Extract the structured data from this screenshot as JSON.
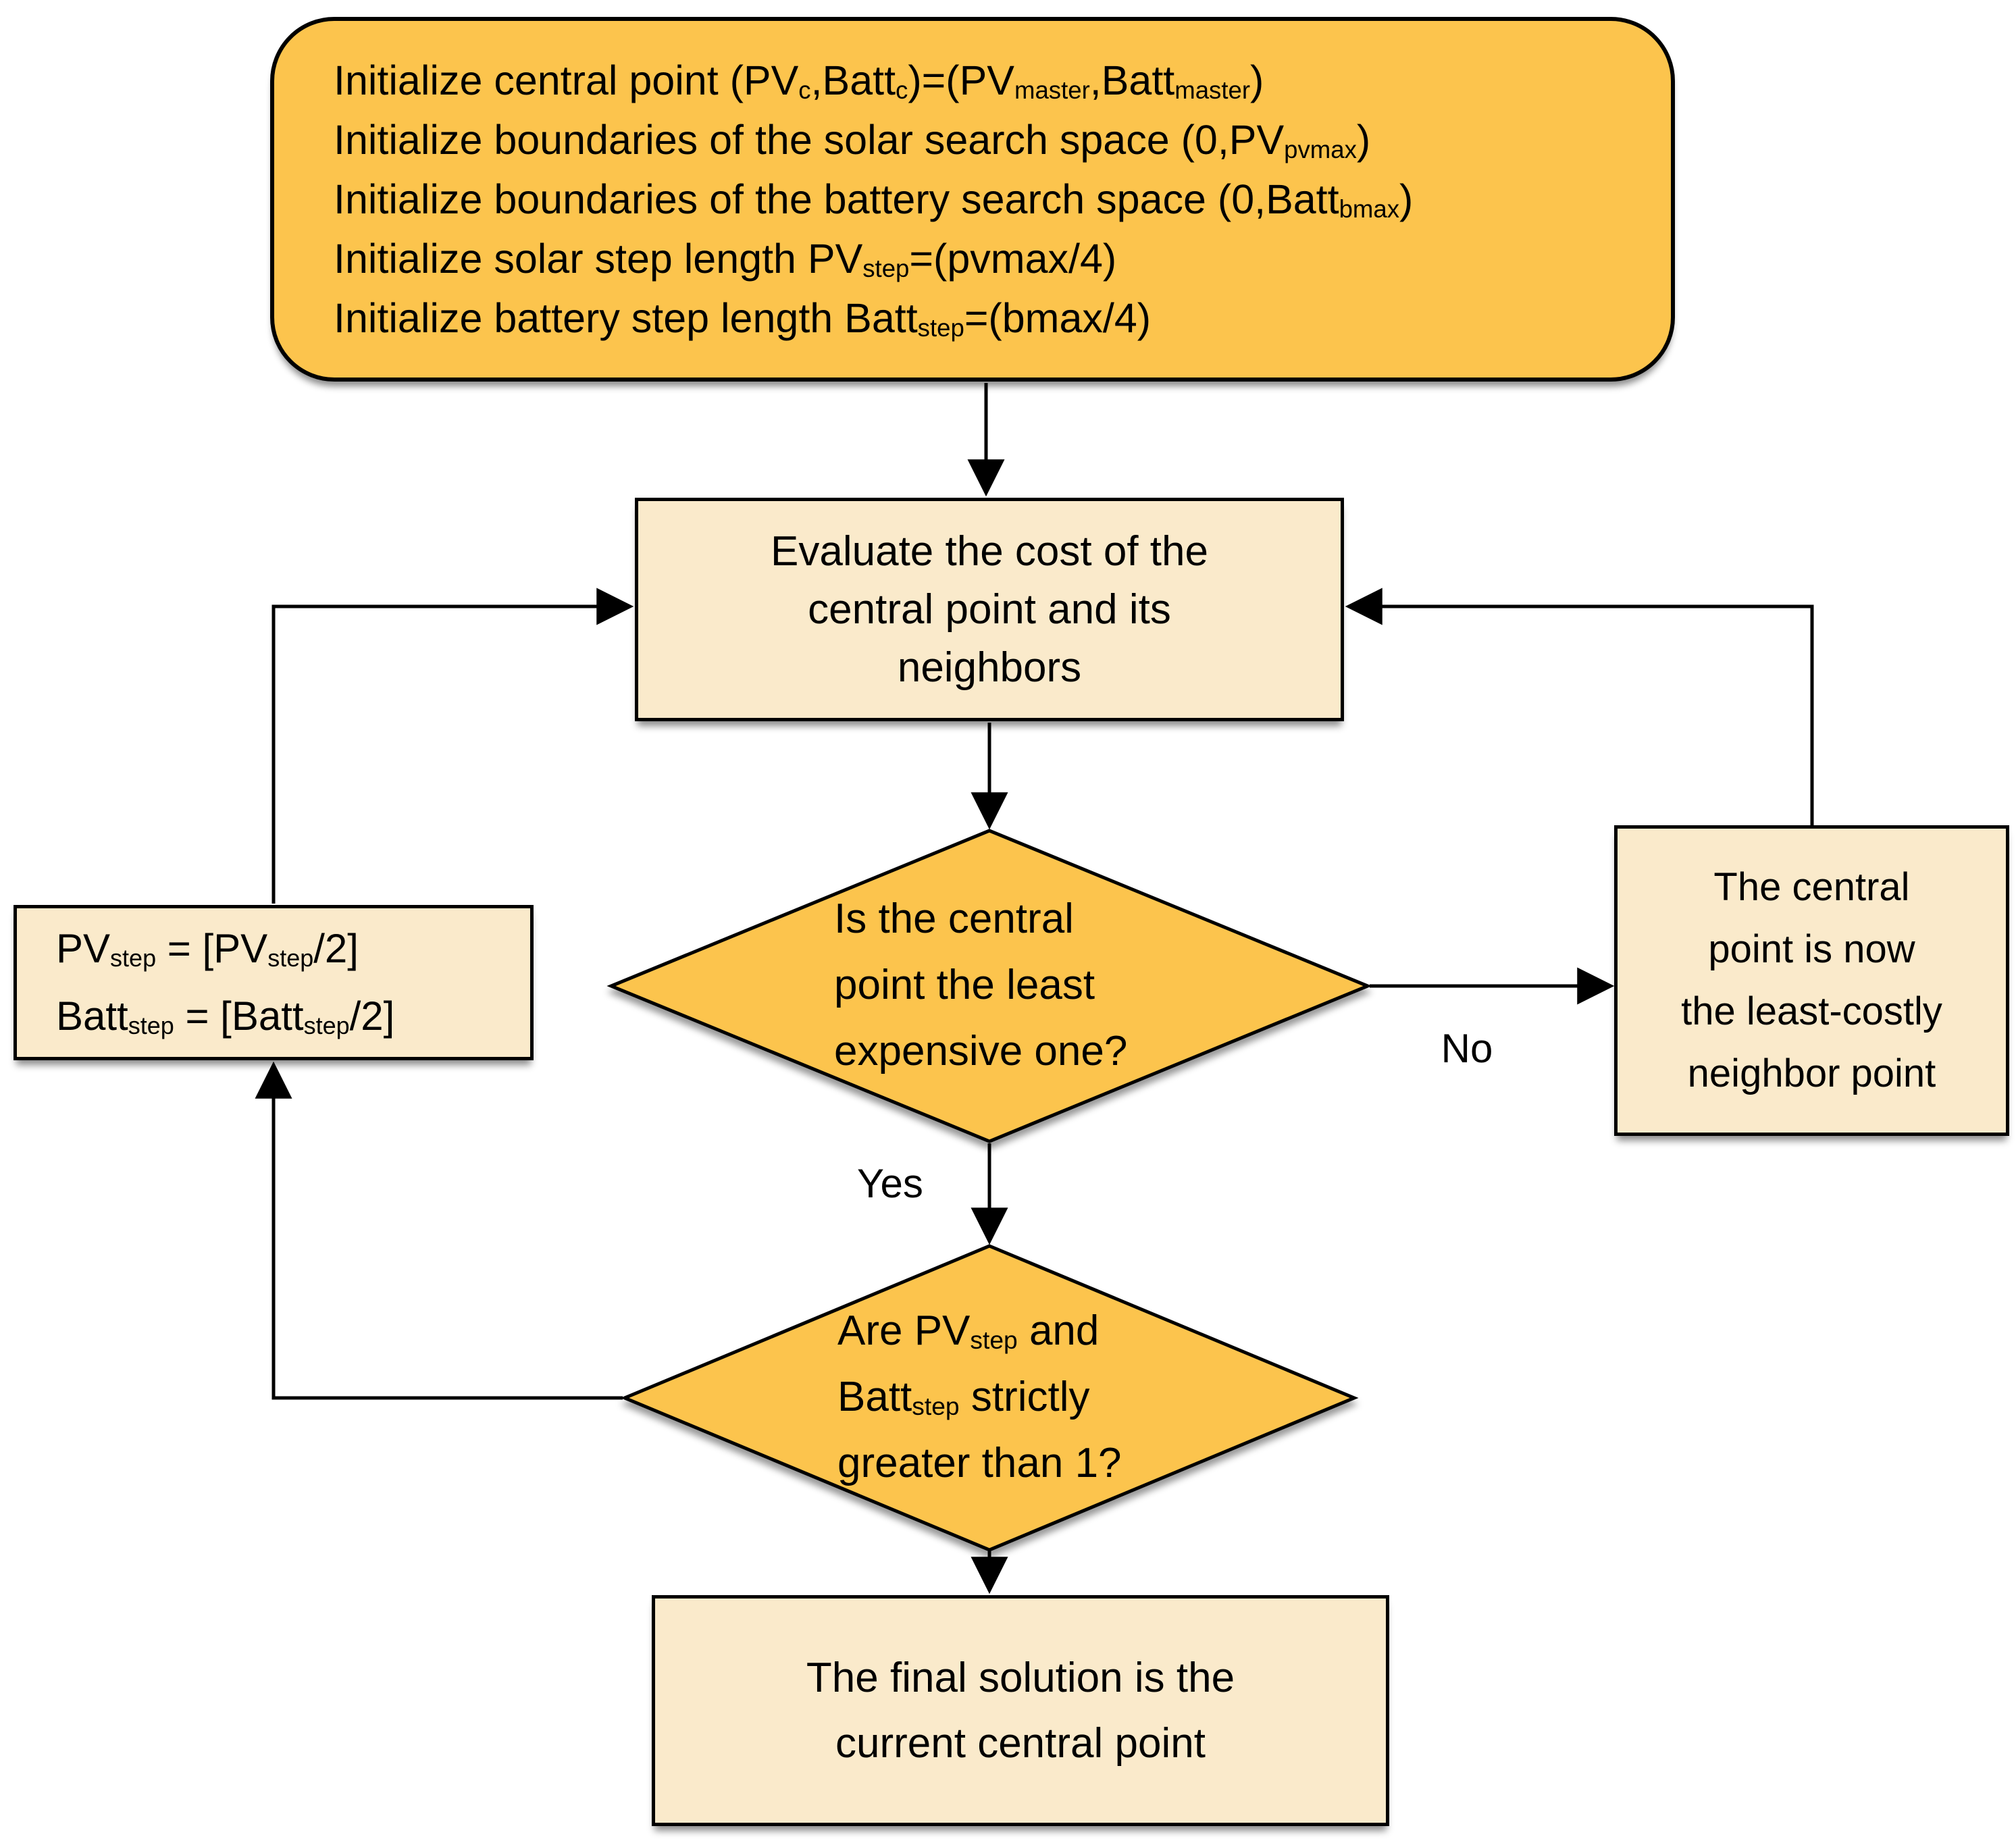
{
  "flowchart": {
    "colors": {
      "start_fill": "#fcc44d",
      "decision_fill": "#fcc44d",
      "process_fill": "#faeacb",
      "border": "#000000",
      "arrow": "#000000",
      "text": "#000000",
      "background": "#ffffff"
    },
    "labels": {
      "yes": "Yes",
      "no": "No"
    },
    "nodes": {
      "init": {
        "shape": "rounded-rectangle",
        "lines": [
          [
            {
              "t": "Initialize central point (PV"
            },
            {
              "t": "c",
              "sub": true
            },
            {
              "t": ",Batt"
            },
            {
              "t": "c",
              "sub": true
            },
            {
              "t": ")=(PV"
            },
            {
              "t": "master",
              "sub": true
            },
            {
              "t": ",Batt"
            },
            {
              "t": "master",
              "sub": true
            },
            {
              "t": ")"
            }
          ],
          [
            {
              "t": "Initialize boundaries of the solar search space (0,PV"
            },
            {
              "t": "pvmax",
              "sub": true
            },
            {
              "t": ")"
            }
          ],
          [
            {
              "t": "Initialize boundaries of the battery search space (0,Batt"
            },
            {
              "t": "bmax",
              "sub": true
            },
            {
              "t": ")"
            }
          ],
          [
            {
              "t": "Initialize solar step length PV"
            },
            {
              "t": "step",
              "sub": true
            },
            {
              "t": "=(pvmax/4)"
            }
          ],
          [
            {
              "t": "Initialize battery step length Batt"
            },
            {
              "t": "step",
              "sub": true
            },
            {
              "t": "=(bmax/4)"
            }
          ]
        ]
      },
      "evaluate": {
        "shape": "rectangle",
        "lines": [
          [
            {
              "t": "Evaluate the cost of the"
            }
          ],
          [
            {
              "t": "central point and its"
            }
          ],
          [
            {
              "t": "neighbors"
            }
          ]
        ]
      },
      "decision_least_expensive": {
        "shape": "diamond",
        "lines": [
          [
            {
              "t": "Is the central"
            }
          ],
          [
            {
              "t": "point the least"
            }
          ],
          [
            {
              "t": "expensive one?"
            }
          ]
        ]
      },
      "new_central_point": {
        "shape": "rectangle",
        "lines": [
          [
            {
              "t": "The central"
            }
          ],
          [
            {
              "t": "point is now"
            }
          ],
          [
            {
              "t": "the least-costly"
            }
          ],
          [
            {
              "t": "neighbor point"
            }
          ]
        ]
      },
      "halve_steps": {
        "shape": "rectangle",
        "lines": [
          [
            {
              "t": "PV"
            },
            {
              "t": "step",
              "sub": true
            },
            {
              "t": " = [PV"
            },
            {
              "t": "step",
              "sub": true
            },
            {
              "t": "/2]"
            }
          ],
          [
            {
              "t": "Batt"
            },
            {
              "t": "step",
              "sub": true
            },
            {
              "t": " = [Batt"
            },
            {
              "t": "step",
              "sub": true
            },
            {
              "t": "/2]"
            }
          ]
        ]
      },
      "decision_step_greater_one": {
        "shape": "diamond",
        "lines": [
          [
            {
              "t": "Are PV"
            },
            {
              "t": "step",
              "sub": true
            },
            {
              "t": " and"
            }
          ],
          [
            {
              "t": "Batt"
            },
            {
              "t": "step",
              "sub": true
            },
            {
              "t": " strictly"
            }
          ],
          [
            {
              "t": "greater than 1?"
            }
          ]
        ]
      },
      "final": {
        "shape": "rectangle",
        "lines": [
          [
            {
              "t": "The final solution is the"
            }
          ],
          [
            {
              "t": "current central point"
            }
          ]
        ]
      }
    }
  }
}
